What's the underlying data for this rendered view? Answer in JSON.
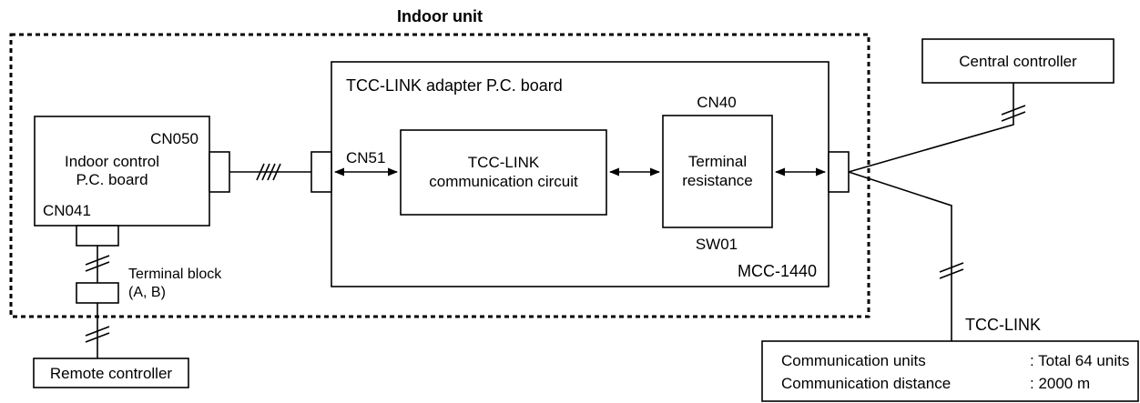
{
  "indoor_unit": {
    "title": "Indoor unit"
  },
  "adapter_board": {
    "title": "TCC-LINK adapter P.C. board",
    "model": "MCC-1440",
    "connector_in": "CN51",
    "connector_terminal": "CN40",
    "switch": "SW01",
    "comm_circuit": {
      "line1": "TCC-LINK",
      "line2": "communication circuit"
    },
    "terminal_resistance": {
      "line1": "Terminal",
      "line2": "resistance"
    }
  },
  "indoor_control_board": {
    "connector_top": "CN050",
    "line1": "Indoor control",
    "line2": "P.C. board",
    "connector_bottom": "CN041"
  },
  "terminal_block": {
    "line1": "Terminal block",
    "line2": "(A, B)"
  },
  "remote_controller": {
    "label": "Remote controller"
  },
  "central_controller": {
    "label": "Central controller"
  },
  "tcc_link": {
    "label": "TCC-LINK",
    "spec_rows": [
      {
        "name": "Communication units",
        "value": ": Total 64 units"
      },
      {
        "name": "Communication distance",
        "value": ": 2000 m"
      }
    ]
  }
}
